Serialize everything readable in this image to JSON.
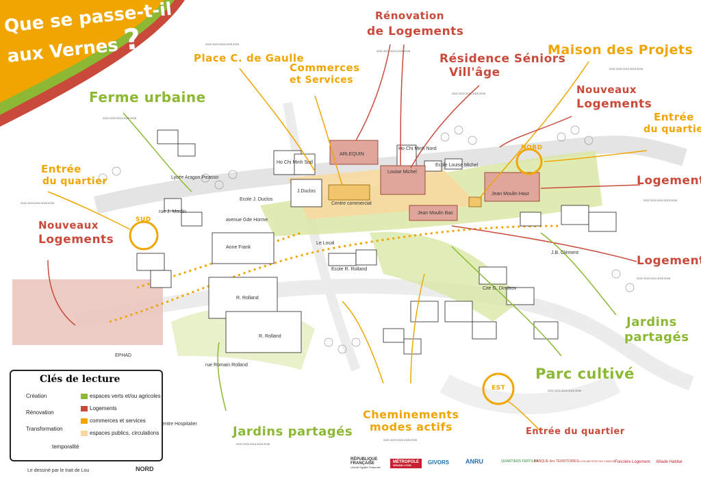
{
  "title": {
    "line1": "Que se passe-t-il",
    "line2": "aux Vernes",
    "mark": "?"
  },
  "labels": {
    "ferme_urbaine": "Ferme urbaine",
    "place_de_gaulle": "Place C. de Gaulle",
    "commerces": "Commerces",
    "et_services": "et Services",
    "renovation": "Rénovation",
    "de_logements": "de Logements",
    "residence_seniors": "Résidence Séniors",
    "vill_age": "Vill'âge",
    "maison_projets": "Maison des Projets",
    "nouveaux_logements_right_1": "Nouveaux",
    "nouveaux_logements_right_2": "Logements",
    "entree_quartier_right_1": "Entrée",
    "entree_quartier_right_2": "du quartier",
    "logements_right_1": "Logements",
    "logements_right_2": "Logements",
    "entree_quartier_left_1": "Entrée",
    "entree_quartier_left_2": "du quartier",
    "nouveaux_logements_left_1": "Nouveaux",
    "nouveaux_logements_left_2": "Logements",
    "jardins_partages_right_1": "Jardins",
    "jardins_partages_right_2": "partagés",
    "parc_cultive": "Parc cultivé",
    "jardins_partages_bottom": "Jardins partagés",
    "cheminements_1": "Cheminements",
    "cheminements_2": "modes actifs",
    "entree_quartier_bottom": "Entrée du quartier",
    "sud": "SUD",
    "est": "EST",
    "nord": "NORD"
  },
  "buildings": {
    "ho_chi_minh_sud": "Ho Chi Minh Sud",
    "ho_chi_minh_nord": "Ho Chi Minh Nord",
    "arlequin": "ARLEQUIN",
    "louise_michel": "Louise Michel",
    "ecole_louise_michel": "Ecole Louise Michel",
    "jean_moulin_haut": "Jean Moulin Haut",
    "jean_moulin_bas": "Jean Moulin Bas",
    "j_duclos": "J.Duclos",
    "ecole_j_duclos": "Ecole J. Duclos",
    "centre_commercial": "Centre commercial",
    "lycee": "Lycée Aragon Picasso",
    "anne_frank": "Anne Frank",
    "le_local": "Le Local",
    "ecole_r_rolland": "Ecole R. Rolland",
    "r_rolland_1": "R. Rolland",
    "r_rolland_2": "R. Rolland",
    "jb_clement": "J.B. Clément",
    "cite_dimitrov": "Cité G. Dimitrov",
    "avenue_gde_horme": "avenue Gde Horme",
    "ephad": "EPHAD",
    "centre_hospitalier": "Centre Hospitalier",
    "rue_romain_rolland": "rue Romain Rolland",
    "rue_jean_moulin": "rue J. Moulin"
  },
  "timeline_text": "2022 2023 2024 2025 2026",
  "legend": {
    "title": "Clés de lecture",
    "creation": "Création",
    "renovation": "Rénovation",
    "transformation": "Transformation",
    "temporalite": "temporalité",
    "espaces_verts": "espaces verts et/ou agricoles",
    "logements": "Logements",
    "commerces": "commerces et services",
    "espaces_publics": "espaces publics, circulations"
  },
  "credit": "Le dessiné par le trait de Lou",
  "logos": {
    "republique_1": "RÉPUBLIQUE",
    "republique_2": "FRANÇAISE",
    "devise": "Liberté Égalité Fraternité",
    "metropole": "MÉTROPOLE",
    "metropole_2": "GRAND LYON",
    "givors": "GIVORS",
    "anru": "ANRU",
    "quartiers": "QUARTIERS FERTILES",
    "banque": "BANQUE des TERRITOIRES",
    "lyon_metro": "LYON MÉTROPOLE HABITAT",
    "fonciere": "Foncière Logement",
    "alliade": "Alliade Habitat"
  },
  "colors": {
    "green": "#8cb833",
    "orange": "#f0a500",
    "red": "#c94a3a",
    "light_green": "#d9e8a6",
    "light_red": "#eac6bf",
    "light_orange": "#f7d9a0"
  }
}
